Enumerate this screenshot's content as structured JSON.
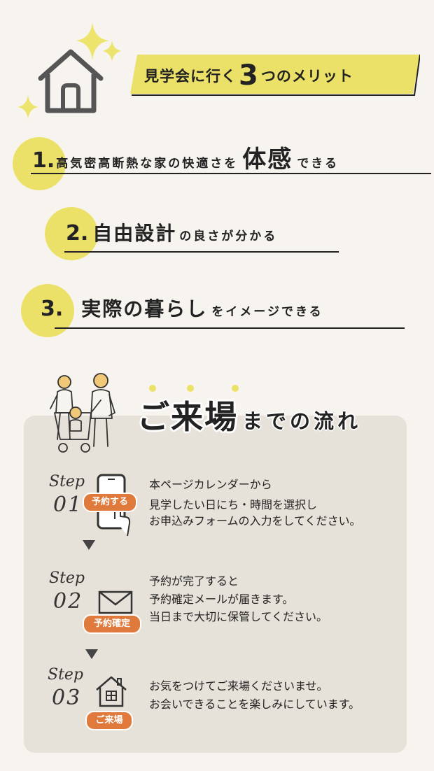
{
  "header": {
    "title_pre": "見学会に行く",
    "title_num": "3",
    "title_post": "つのメリット"
  },
  "merits": [
    {
      "num": "1.",
      "text_a": "高気密高断熱な家の快適さを",
      "text_b": "体感",
      "text_c": "できる"
    },
    {
      "num": "2.",
      "text_a": "自由設計",
      "text_b": "の良さが分かる"
    },
    {
      "num": "3.",
      "text_a": "実際の暮らし",
      "text_b": "をイメージできる"
    }
  ],
  "flow": {
    "title_main": "ご来場",
    "title_sub": "までの流れ",
    "steps": [
      {
        "step_word": "Step",
        "step_num": "01",
        "badge": "予約する",
        "icon": "smartphone-tap-icon",
        "lines": [
          "本ページカレンダーから",
          "見学したい日にち・時間を選択し",
          "お申込みフォームの入力をしてください。"
        ]
      },
      {
        "step_word": "Step",
        "step_num": "02",
        "badge": "予約確定",
        "icon": "envelope-icon",
        "lines": [
          "予約が完了すると",
          "予約確定メールが届きます。",
          "当日まで大切に保管してください。"
        ]
      },
      {
        "step_word": "Step",
        "step_num": "03",
        "badge": "ご来場",
        "icon": "house-icon",
        "lines": [
          "お気をつけてご来場くださいませ。",
          "お会いできることを楽しみにしています。"
        ]
      }
    ]
  },
  "colors": {
    "yellow": "#ece168",
    "orange": "#e07a3c",
    "panel": "#e6e1d9",
    "background": "#f7f4ef"
  }
}
